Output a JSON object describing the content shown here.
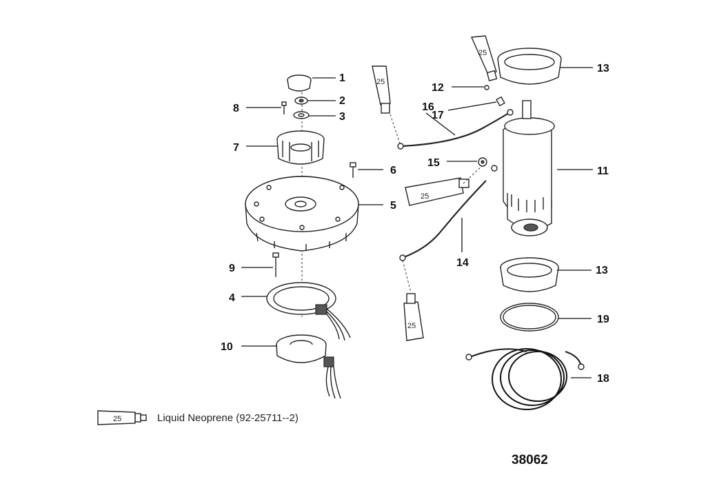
{
  "diagram": {
    "callouts": [
      {
        "id": "c1",
        "label": "1"
      },
      {
        "id": "c2",
        "label": "2"
      },
      {
        "id": "c3",
        "label": "3"
      },
      {
        "id": "c4",
        "label": "4"
      },
      {
        "id": "c5",
        "label": "5"
      },
      {
        "id": "c6",
        "label": "6"
      },
      {
        "id": "c7",
        "label": "7"
      },
      {
        "id": "c8",
        "label": "8"
      },
      {
        "id": "c9",
        "label": "9"
      },
      {
        "id": "c10",
        "label": "10"
      },
      {
        "id": "c11",
        "label": "11"
      },
      {
        "id": "c12",
        "label": "12"
      },
      {
        "id": "c13a",
        "label": "13"
      },
      {
        "id": "c13b",
        "label": "13"
      },
      {
        "id": "c14",
        "label": "14"
      },
      {
        "id": "c15",
        "label": "15"
      },
      {
        "id": "c16",
        "label": "16"
      },
      {
        "id": "c17",
        "label": "17"
      },
      {
        "id": "c18",
        "label": "18"
      },
      {
        "id": "c19",
        "label": "19"
      }
    ],
    "tube_label": "25",
    "legend": {
      "tube_label": "25",
      "text": "Liquid Neoprene (92-25711--2)"
    },
    "figure_number": "38062"
  }
}
